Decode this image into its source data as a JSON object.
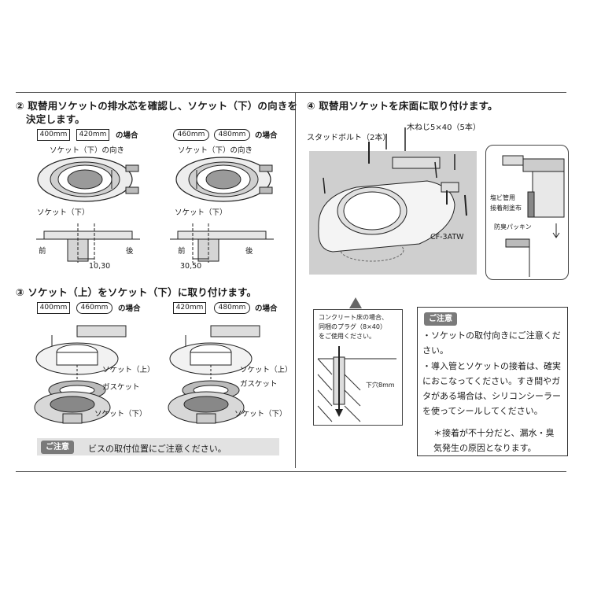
{
  "step2": {
    "heading_line1": "② 取替用ソケットの排水芯を確認し、ソケット（下）の向きを",
    "heading_line2": "決定します。",
    "left": {
      "size_a": "400mm",
      "size_b": "420mm",
      "case_suffix": "の場合",
      "orientation_label": "ソケット（下）の向き",
      "socket_label": "ソケット（下）",
      "front": "前",
      "back": "後",
      "dimension": "10,30"
    },
    "right": {
      "size_a": "460mm",
      "size_b": "480mm",
      "case_suffix": "の場合",
      "orientation_label": "ソケット（下）の向き",
      "socket_label": "ソケット（下）",
      "front": "前",
      "back": "後",
      "dimension": "30,50"
    }
  },
  "step3": {
    "heading": "③ ソケット（上）をソケット（下）に取り付けます。",
    "left": {
      "size_a": "400mm",
      "size_b": "460mm",
      "case_suffix": "の場合",
      "upper_label": "ソケット（上）",
      "gasket_label": "ガスケット",
      "lower_label": "ソケット（下）"
    },
    "right": {
      "size_a": "420mm",
      "size_b": "480mm",
      "case_suffix": "の場合",
      "upper_label": "ソケット（上）",
      "gasket_label": "ガスケット",
      "lower_label": "ソケット（下）"
    },
    "caution_badge": "ご注意",
    "caution_text": "ビスの取付位置にご注意ください。"
  },
  "step4": {
    "heading": "④ 取替用ソケットを床面に取り付けます。",
    "stud_bolt": "スタッドボルト（2本）",
    "wood_screw": "木ねじ5×40（5本）",
    "model": "CF-3ATW",
    "pvc_line1": "塩ビ管用",
    "pvc_line2": "接着剤塗布",
    "odor_packing": "防臭パッキン",
    "concrete_line1": "コンクリート床の場合、",
    "concrete_line2": "同梱のプラグ（8×40）",
    "concrete_line3": "をご使用ください。",
    "pilot_hole": "下穴8mm"
  },
  "notes": {
    "badge": "ご注意",
    "item1": "・ソケットの取付向きにご注意ください。",
    "item2": "・導入管とソケットの接着は、確実におこなってください。すき間やガタがある場合は、シリコンシーラーを使ってシールしてください。",
    "item3": "＊接着が不十分だと、漏水・臭気発生の原因となります。"
  },
  "colors": {
    "rule": "#555555",
    "caution_bar": "#e2e2e2",
    "badge": "#7a7a7a",
    "photo_bg": "#cfcfcf"
  }
}
